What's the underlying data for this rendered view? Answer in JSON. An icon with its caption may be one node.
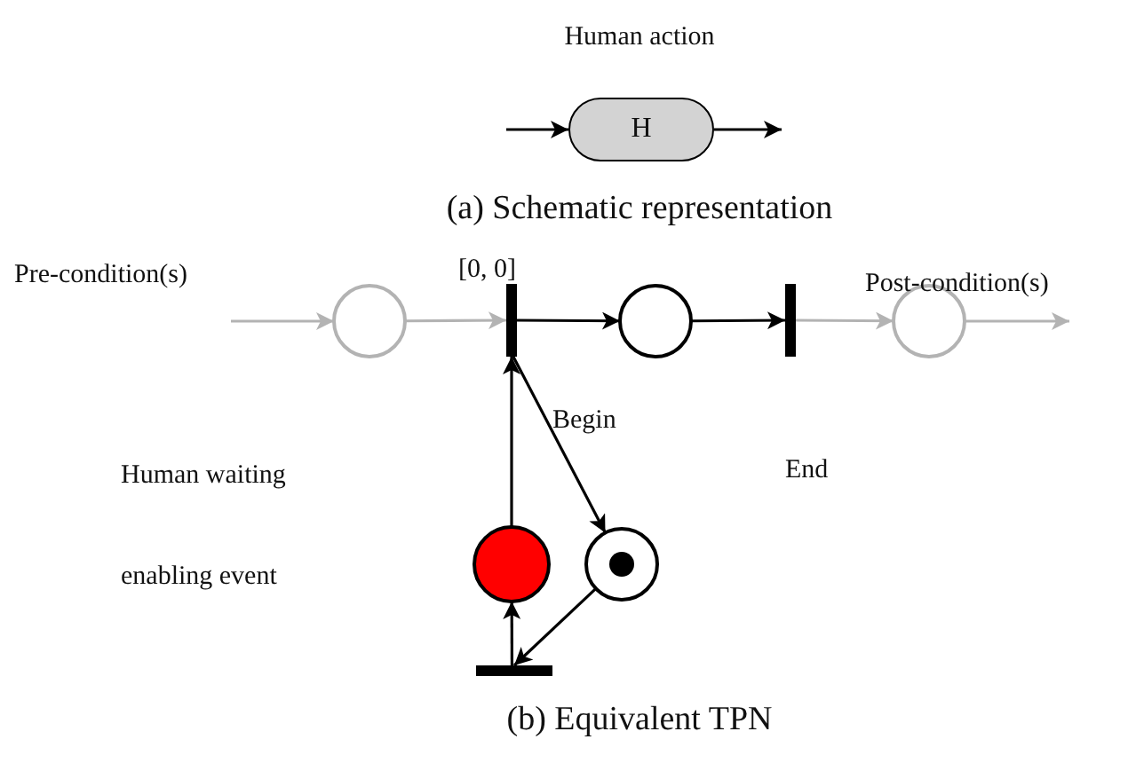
{
  "diagram": {
    "nodes": [
      {
        "text": [
          "H"
        ],
        "beside": [
          "Human action"
        ]
      },
      {
        "text": [],
        "shape": "circle"
      },
      {
        "text": [],
        "shape": "bar",
        "beside": [
          "[0, 0]",
          "Begin"
        ]
      },
      {
        "text": [],
        "shape": "circle"
      },
      {
        "text": [],
        "shape": "bar",
        "beside": [
          "End"
        ]
      },
      {
        "text": [],
        "shape": "circle",
        "beside": [
          "Post-condition(s)"
        ]
      },
      {
        "text": [],
        "shape": "circle"
      },
      {
        "text": [],
        "shape": "circle"
      },
      {
        "text": [],
        "shape": "bar"
      }
    ],
    "edges": [
      {
        "from": null,
        "to": 0,
        "arrow": "to"
      },
      {
        "from": 0,
        "to": null,
        "arrow": "to"
      },
      {
        "from": null,
        "to": 1,
        "arrow": "to",
        "color": "#b3b3b3"
      },
      {
        "from": 1,
        "to": 2,
        "arrow": "to",
        "color": "#b3b3b3"
      },
      {
        "from": 2,
        "to": 3,
        "arrow": "to"
      },
      {
        "from": 3,
        "to": 4,
        "arrow": "to"
      },
      {
        "from": 4,
        "to": 5,
        "arrow": "to",
        "color": "#b3b3b3"
      },
      {
        "from": 5,
        "to": null,
        "arrow": "to",
        "color": "#b3b3b3"
      },
      {
        "from": 6,
        "to": 2,
        "arrow": "to"
      },
      {
        "from": 2,
        "to": 7,
        "arrow": "to"
      },
      {
        "from": 7,
        "to": 8,
        "arrow": "to"
      },
      {
        "from": 8,
        "to": 6,
        "arrow": "to"
      }
    ],
    "labels": [
      "(a) Schematic representation",
      "Pre-condition(s)",
      "Human waiting",
      "enabling event",
      "(b) Equivalent TPN"
    ]
  }
}
